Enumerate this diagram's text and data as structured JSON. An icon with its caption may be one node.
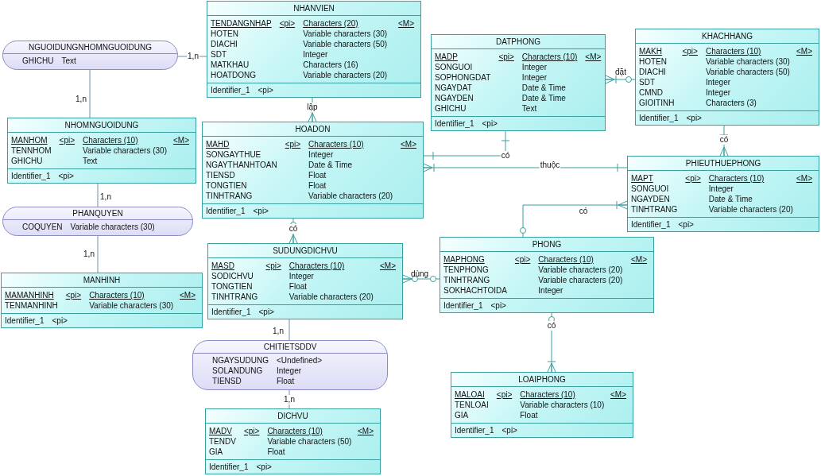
{
  "diagram": {
    "nodes": [
      {
        "text": [
          "NHANVIEN",
          "TENDANGNHAP",
          "<pi>",
          "Characters (20)",
          "<M>",
          "HOTEN",
          "Variable characters (30)",
          "DIACHI",
          "Variable characters (50)",
          "SDT",
          "Integer",
          "MATKHAU",
          "Characters (16)",
          "HOATDONG",
          "Variable characters (20)",
          "Identifier_1",
          "<pi>"
        ]
      },
      {
        "text": [
          "DATPHONG",
          "MADP",
          "<pi>",
          "Characters (10)",
          "<M>",
          "SONGUOI",
          "Integer",
          "SOPHONGDAT",
          "Integer",
          "NGAYDAT",
          "Date & Time",
          "NGAYDEN",
          "Date & Time",
          "GHICHU",
          "Text",
          "Identifier_1",
          "<pi>"
        ]
      },
      {
        "text": [
          "KHACHHANG",
          "MAKH",
          "<pi>",
          "Characters (10)",
          "<M>",
          "HOTEN",
          "Variable characters (30)",
          "DIACHI",
          "Variable characters (50)",
          "SDT",
          "Integer",
          "CMND",
          "Integer",
          "GIOITINH",
          "Characters (3)",
          "Identifier_1",
          "<pi>"
        ]
      },
      {
        "text": [
          "NGUOIDUNGNHOMNGUOIDUNG",
          "GHICHU",
          "Text"
        ]
      },
      {
        "text": [
          "NHOMNGUOIDUNG",
          "MANHOM",
          "<pi>",
          "Characters (10)",
          "<M>",
          "TENNHOM",
          "Variable characters (30)",
          "GHICHU",
          "Text",
          "Identifier_1",
          "<pi>"
        ]
      },
      {
        "text": [
          "HOADON",
          "MAHD",
          "<pi>",
          "Characters (10)",
          "<M>",
          "SONGAYTHUE",
          "Integer",
          "NGAYTHANHTOAN",
          "Date & Time",
          "TIENSD",
          "Float",
          "TONGTIEN",
          "Float",
          "TINHTRANG",
          "Variable characters (20)",
          "Identifier_1",
          "<pi>"
        ]
      },
      {
        "text": [
          "PHIEUTHUEPHONG",
          "MAPT",
          "<pi>",
          "Characters (10)",
          "<M>",
          "SONGUOI",
          "Integer",
          "NGAYDEN",
          "Date & Time",
          "TINHTRANG",
          "Variable characters (20)",
          "Identifier_1",
          "<pi>"
        ]
      },
      {
        "text": [
          "PHANQUYEN",
          "COQUYEN",
          "Variable characters (30)"
        ]
      },
      {
        "text": [
          "SUDUNGDICHVU",
          "MASD",
          "<pi>",
          "Characters (10)",
          "<M>",
          "SODICHVU",
          "Integer",
          "TONGTIEN",
          "Float",
          "TINHTRANG",
          "Variable characters (20)",
          "Identifier_1",
          "<pi>"
        ]
      },
      {
        "text": [
          "PHONG",
          "MAPHONG",
          "<pi>",
          "Characters (10)",
          "<M>",
          "TENPHONG",
          "Variable characters (20)",
          "TINHTRANG",
          "Variable characters (20)",
          "SOKHACHTOIDA",
          "Integer",
          "Identifier_1",
          "<pi>"
        ]
      },
      {
        "text": [
          "MANHINH",
          "MAMANHINH",
          "<pi>",
          "Characters (10)",
          "<M>",
          "TENMANHINH",
          "Variable characters (30)",
          "Identifier_1",
          "<pi>"
        ]
      },
      {
        "text": [
          "CHITIETSDDV",
          "NGAYSUDUNG",
          "<Undefined>",
          "SOLANDUNG",
          "Integer",
          "TIENSD",
          "Float"
        ]
      },
      {
        "text": [
          "LOAIPHONG",
          "MALOAI",
          "<pi>",
          "Characters (10)",
          "<M>",
          "TENLOAI",
          "Variable characters (10)",
          "GIA",
          "Float",
          "Identifier_1",
          "<pi>"
        ]
      },
      {
        "text": [
          "DICHVU",
          "MADV",
          "<pi>",
          "Characters (10)",
          "<M>",
          "TENDV",
          "Variable characters (50)",
          "GIA",
          "Float",
          "Identifier_1",
          "<pi>"
        ]
      }
    ],
    "edges": [
      {
        "from": 3,
        "to": 0,
        "arrow": "none",
        "label": "1,n",
        "color": "#6f8fa8"
      },
      {
        "from": 3,
        "to": 4,
        "arrow": "none",
        "label": "1,n",
        "color": "#6f8fa8"
      },
      {
        "from": 4,
        "to": 7,
        "arrow": "none",
        "label": "1,n",
        "color": "#6f8fa8"
      },
      {
        "from": 7,
        "to": 10,
        "arrow": "none",
        "label": "1,n",
        "color": "#6f8fa8"
      },
      {
        "from": 0,
        "to": 5,
        "arrow": "other",
        "label": "lập"
      },
      {
        "from": 1,
        "to": 2,
        "arrow": "other",
        "label": "đặt"
      },
      {
        "from": 1,
        "to": 5,
        "arrow": "other",
        "label": "có"
      },
      {
        "from": 6,
        "to": 5,
        "arrow": "other",
        "label": "thuộc"
      },
      {
        "from": 2,
        "to": 6,
        "arrow": "other",
        "label": "có"
      },
      {
        "from": 9,
        "to": 6,
        "arrow": "other",
        "label": "có"
      },
      {
        "from": 5,
        "to": 8,
        "arrow": "other",
        "label": "có"
      },
      {
        "from": 8,
        "to": 9,
        "arrow": "other",
        "label": "dùng"
      },
      {
        "from": 9,
        "to": 12,
        "arrow": "other",
        "label": "có"
      },
      {
        "from": 8,
        "to": 11,
        "arrow": "none",
        "label": "1,n",
        "color": "#6f8fa8"
      },
      {
        "from": 11,
        "to": 13,
        "arrow": "none",
        "label": "1,n",
        "color": "#6f8fa8"
      }
    ]
  }
}
